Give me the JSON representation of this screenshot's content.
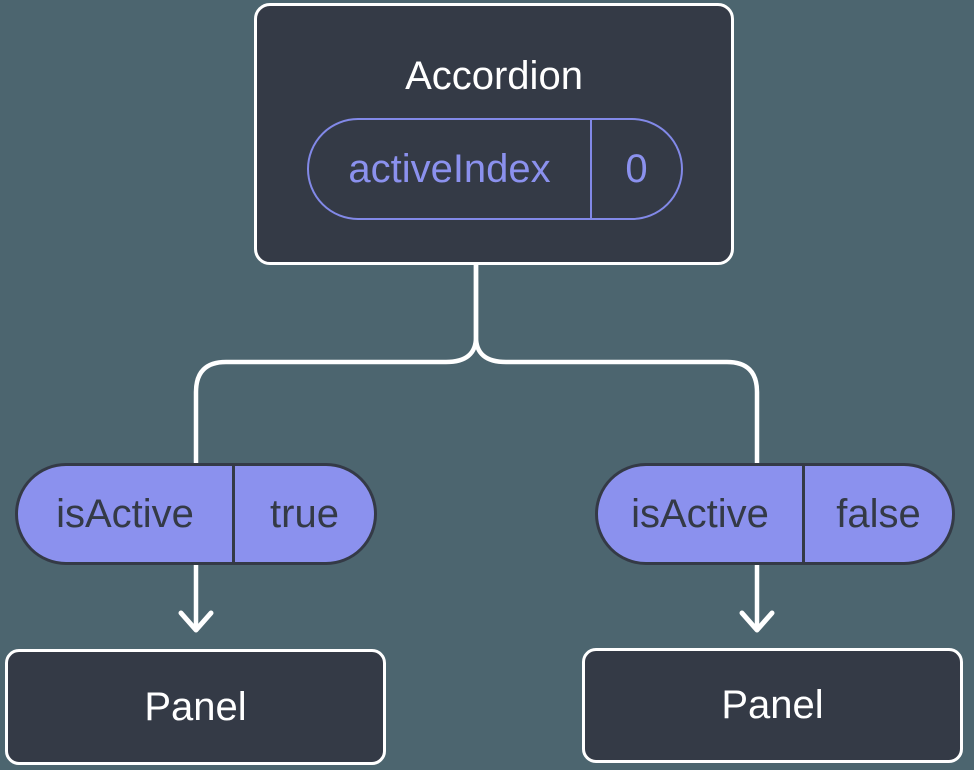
{
  "diagram": {
    "type": "component-tree",
    "accordion": {
      "title": "Accordion",
      "state": {
        "name": "activeIndex",
        "value": "0"
      }
    },
    "branches": [
      {
        "prop": {
          "name": "isActive",
          "value": "true"
        },
        "panel_label": "Panel"
      },
      {
        "prop": {
          "name": "isActive",
          "value": "false"
        },
        "panel_label": "Panel"
      }
    ],
    "colors": {
      "background": "#4C656F",
      "node_fill": "#343A46",
      "node_border": "#FFFFFF",
      "pill_fill": "#8B91EE",
      "pill_outline": "#8289E8",
      "pill_text_dark": "#343A46",
      "connector": "#FFFFFF"
    }
  }
}
